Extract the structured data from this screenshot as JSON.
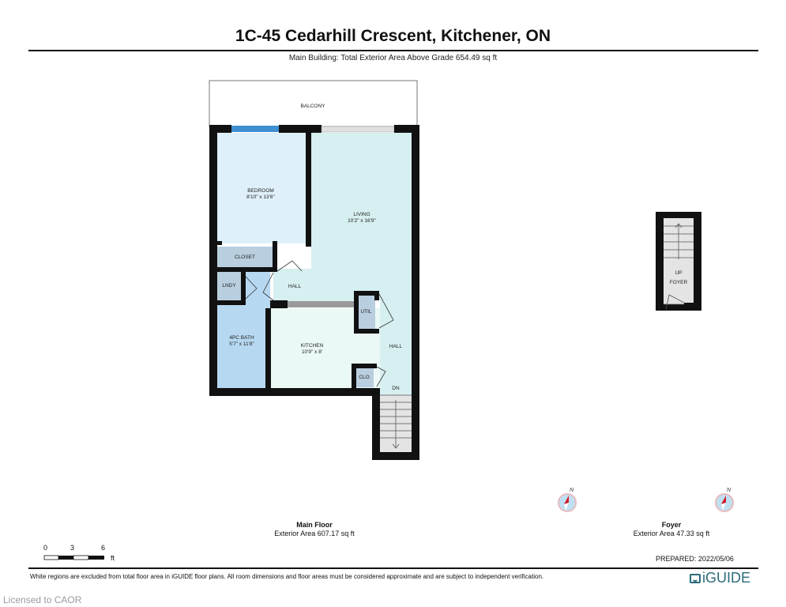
{
  "header": {
    "title": "1C-45 Cedarhill Crescent, Kitchener, ON",
    "subtitle": "Main Building: Total Exterior Area Above Grade 654.49 sq ft"
  },
  "rooms": {
    "balcony": {
      "name": "BALCONY"
    },
    "bedroom": {
      "name": "BEDROOM",
      "dims": "8'10\" x 13'6\""
    },
    "living": {
      "name": "LIVING",
      "dims": "10'2\" x 16'9\""
    },
    "closet": {
      "name": "CLOSET"
    },
    "lndy": {
      "name": "LNDY"
    },
    "hall_upper": {
      "name": "HALL"
    },
    "util": {
      "name": "UTIL"
    },
    "bath": {
      "name": "4PC BATH",
      "dims": "5'7\" x 11'8\""
    },
    "kitchen": {
      "name": "KITCHEN",
      "dims": "10'9\" x 8'"
    },
    "hall_right": {
      "name": "HALL"
    },
    "clo": {
      "name": "CLO"
    },
    "dn": {
      "name": "DN"
    },
    "foyer_up": {
      "name": "UP"
    },
    "foyer": {
      "name": "FOYER"
    }
  },
  "floors": [
    {
      "name": "Main Floor",
      "area": "Exterior Area 607.17 sq ft",
      "compass_label": "N"
    },
    {
      "name": "Foyer",
      "area": "Exterior Area 47.33 sq ft",
      "compass_label": "N"
    }
  ],
  "scale_bar": {
    "ticks": [
      "0",
      "3",
      "6"
    ],
    "unit": "ft"
  },
  "footer": {
    "prepared": "PREPARED: 2022/05/06",
    "disclaimer": "White regions are excluded from total floor area in iGUIDE floor plans. All room dimensions and floor areas must be considered approximate and are subject to independent verification.",
    "logo_text": "iGUIDE",
    "licensed": "Licensed to CAOR"
  },
  "colors": {
    "wall": "#111111",
    "bedroom_fill": "#dff0fa",
    "living_fill": "#d6eff0",
    "bath_fill": "#b7d8f1",
    "closet_fill": "#b9cfe0",
    "kitchen_fill": "#eaf8f6",
    "stair_fill": "#e4e4e4",
    "window": "#3d8fd0",
    "logo": "#2b6c7a",
    "compass_red": "#d11a2a",
    "compass_blue": "#bfe0f3"
  }
}
